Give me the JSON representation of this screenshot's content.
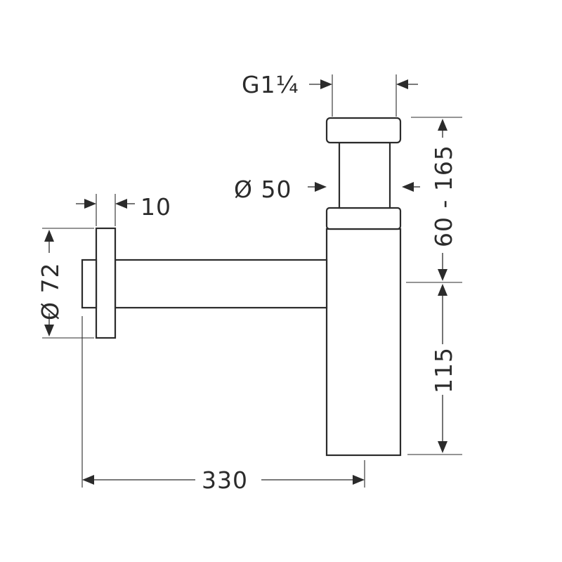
{
  "dimensions": {
    "thread": "G1¼",
    "pipe_diameter": "Ø 50",
    "wall_flange_thickness": "10",
    "wall_flange_diameter": "Ø 72",
    "horizontal_length": "330",
    "vertical_adjustment": "60 - 165",
    "body_height": "115"
  }
}
